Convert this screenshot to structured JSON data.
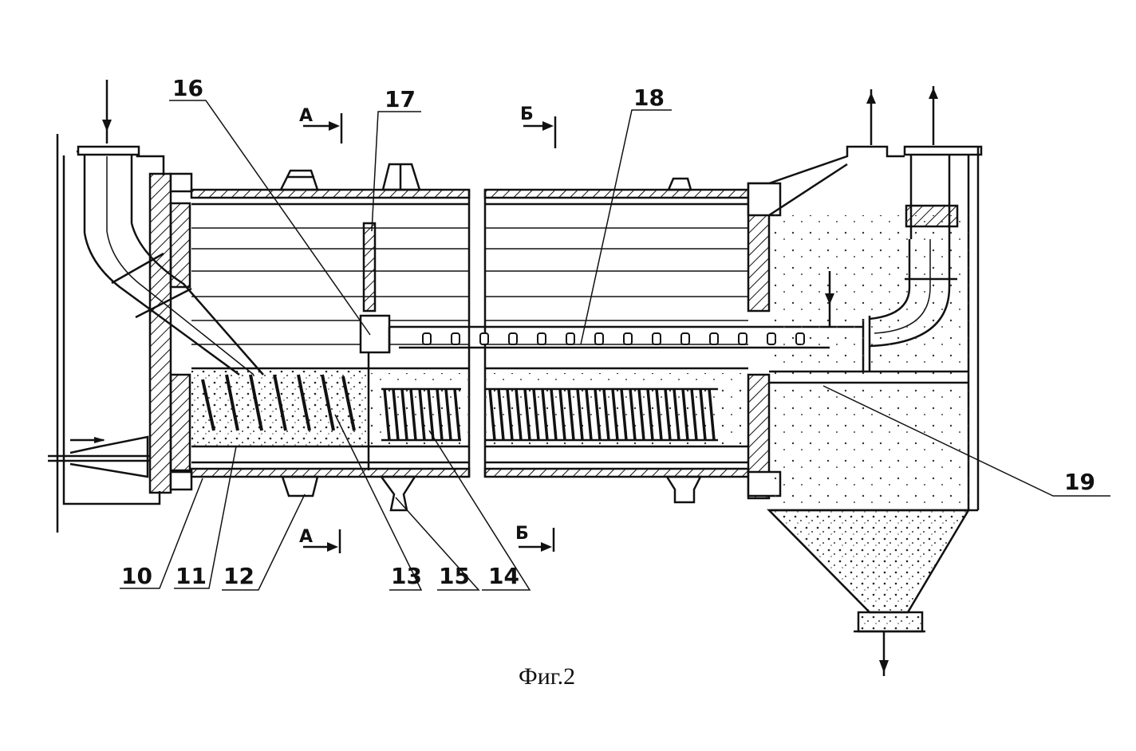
{
  "labels": {
    "l10": "10",
    "l11": "11",
    "l12": "12",
    "l13": "13",
    "l14": "14",
    "l15": "15",
    "l16": "16",
    "l17": "17",
    "l18": "18",
    "l19": "19"
  },
  "sections": {
    "a_top": "А",
    "a_bottom": "А",
    "b_top": "Б",
    "b_bottom": "Б"
  },
  "caption": "Фиг.2"
}
